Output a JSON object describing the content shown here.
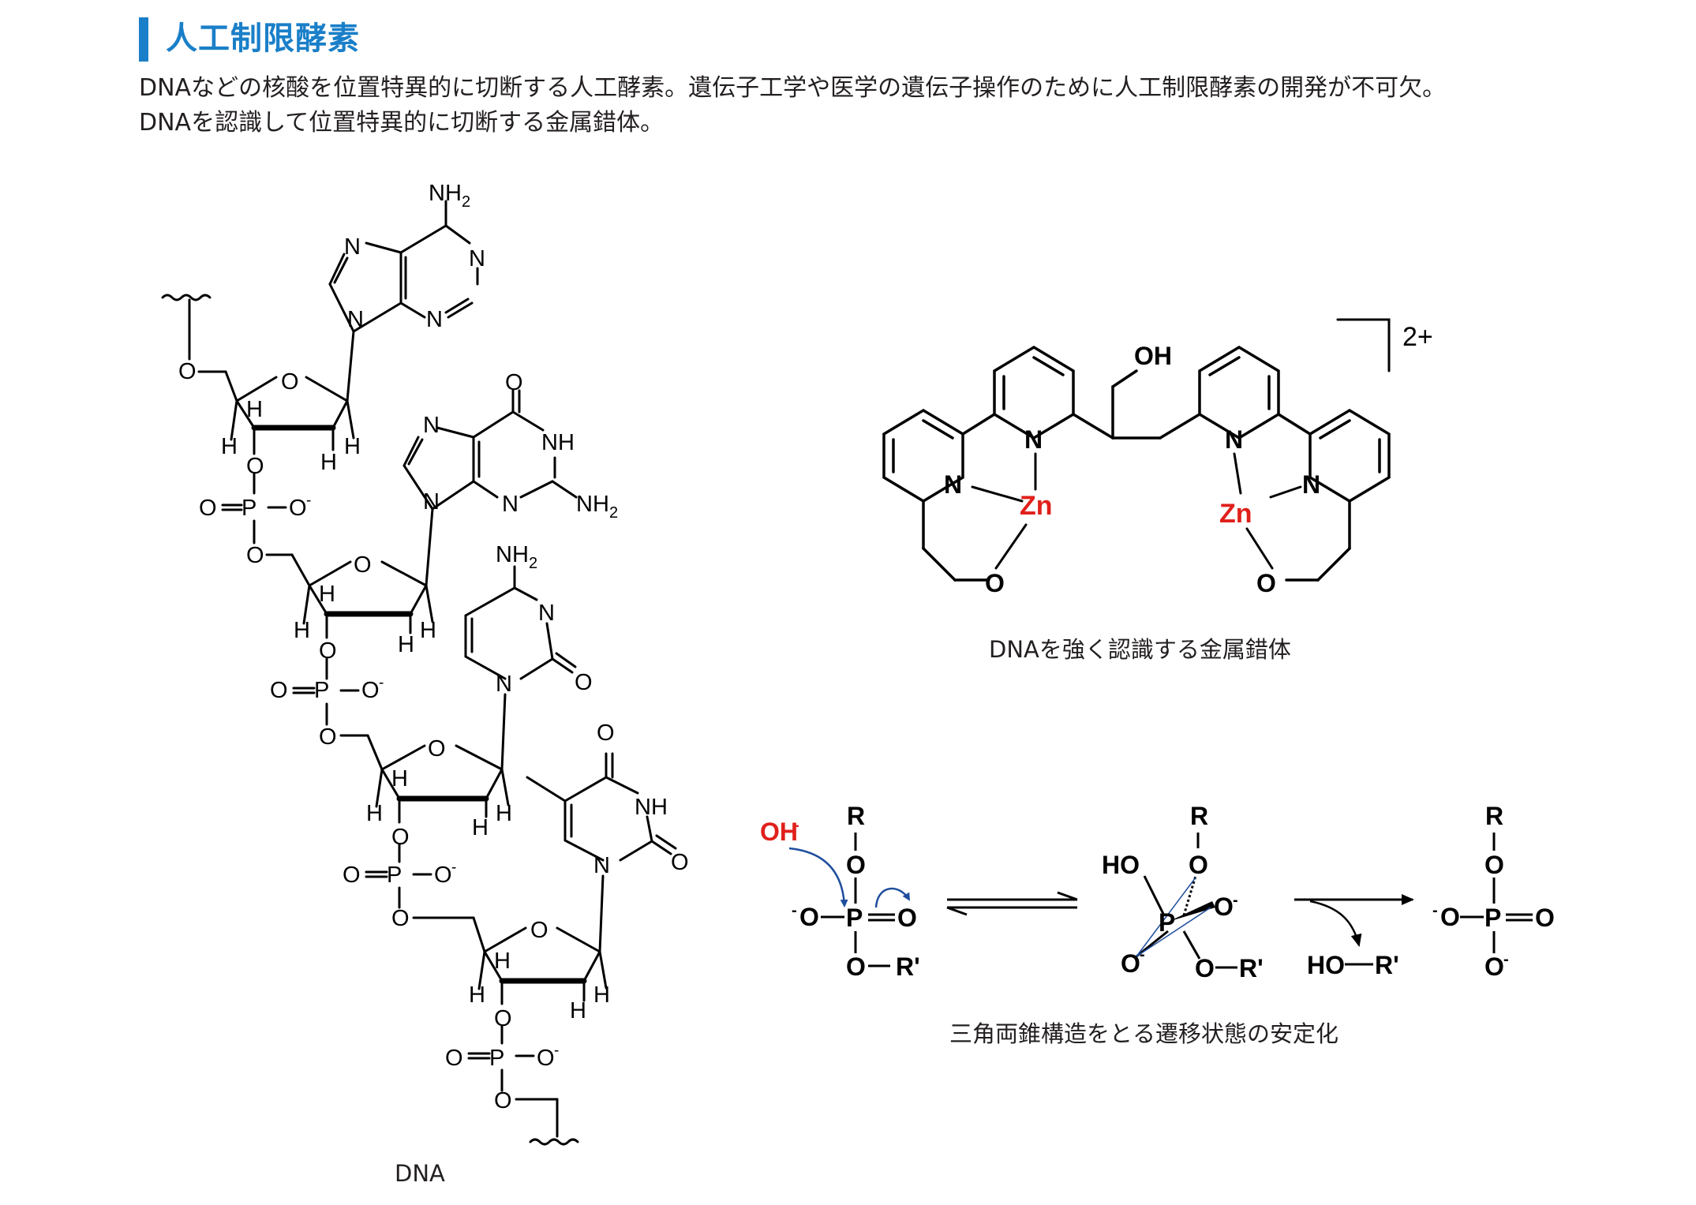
{
  "header": {
    "title": "人工制限酵素",
    "accent_color": "#1a7fc8"
  },
  "description": {
    "line1": "DNAなどの核酸を位置特異的に切断する人工酵素。遺伝子工学や医学の遺伝子操作のために人工制限酵素の開発が不可欠。",
    "line2": "DNAを認識して位置特異的に切断する金属錯体。"
  },
  "figures": {
    "dna": {
      "caption": "DNA",
      "bases": [
        "adenine",
        "guanine",
        "cytosine",
        "thymine"
      ]
    },
    "complex": {
      "caption": "DNAを強く認識する金属錯体",
      "charge": "2+",
      "metal": "Zn",
      "metal_color": "#e0201b"
    },
    "mechanism": {
      "caption": "三角両錐構造をとる遷移状態の安定化",
      "nucleophile": "OH",
      "nucleophile_color": "#e0201b",
      "arrow_color": "#1f4e9e"
    }
  }
}
